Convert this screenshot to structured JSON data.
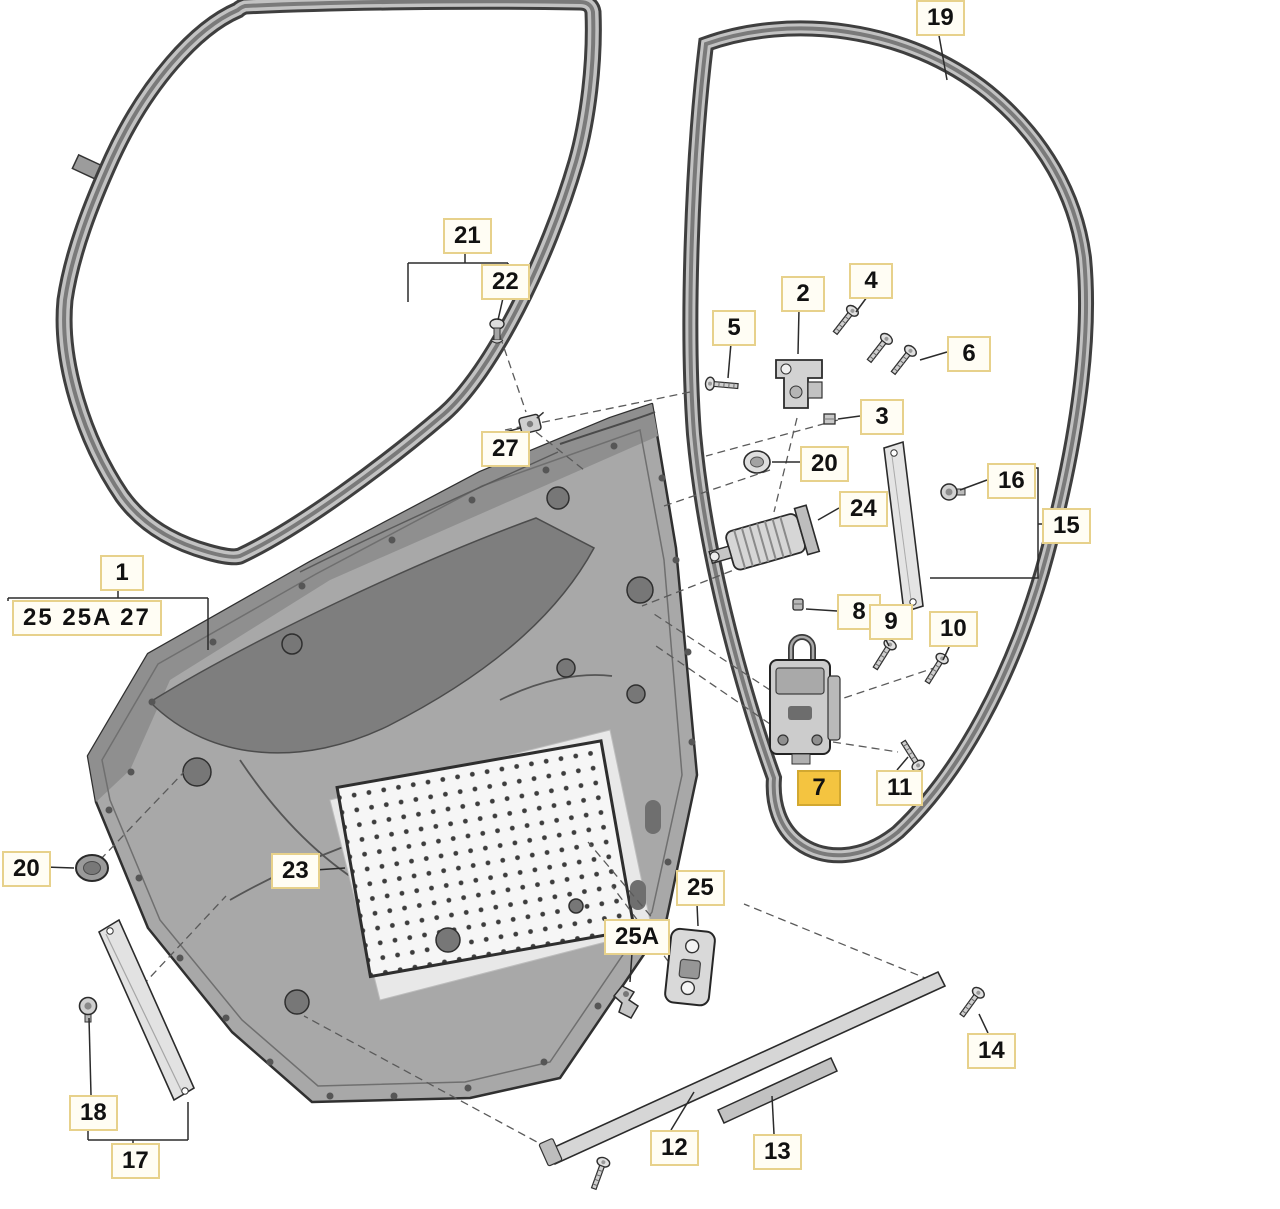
{
  "diagram": {
    "type": "exploded-parts-diagram",
    "subject": "rear door assembly with seals, hinges, lock and trim strips",
    "selected_part": "7"
  },
  "colors": {
    "label_border": "#e7d18b",
    "label_background": "#fffdf4",
    "label_text": "#111111",
    "highlight_background": "#f4c440",
    "highlight_border": "#d2a830",
    "line_color": "#2b2b2b",
    "panel_gray": "#a8a8a8"
  },
  "labels": {
    "p1": "1",
    "p2": "2",
    "p3": "3",
    "p4": "4",
    "p5": "5",
    "p6": "6",
    "p7": "7",
    "p8": "8",
    "p9": "9",
    "p10": "10",
    "p11": "11",
    "p12": "12",
    "p13": "13",
    "p14": "14",
    "p15": "15",
    "p16": "16",
    "p17": "17",
    "p18": "18",
    "p19": "19",
    "p20_right": "20",
    "p20_left": "20",
    "p21": "21",
    "p22": "22",
    "p23": "23",
    "p24": "24",
    "p25": "25",
    "p25a": "25A",
    "p27": "27",
    "group_1": "25 25A 27"
  }
}
